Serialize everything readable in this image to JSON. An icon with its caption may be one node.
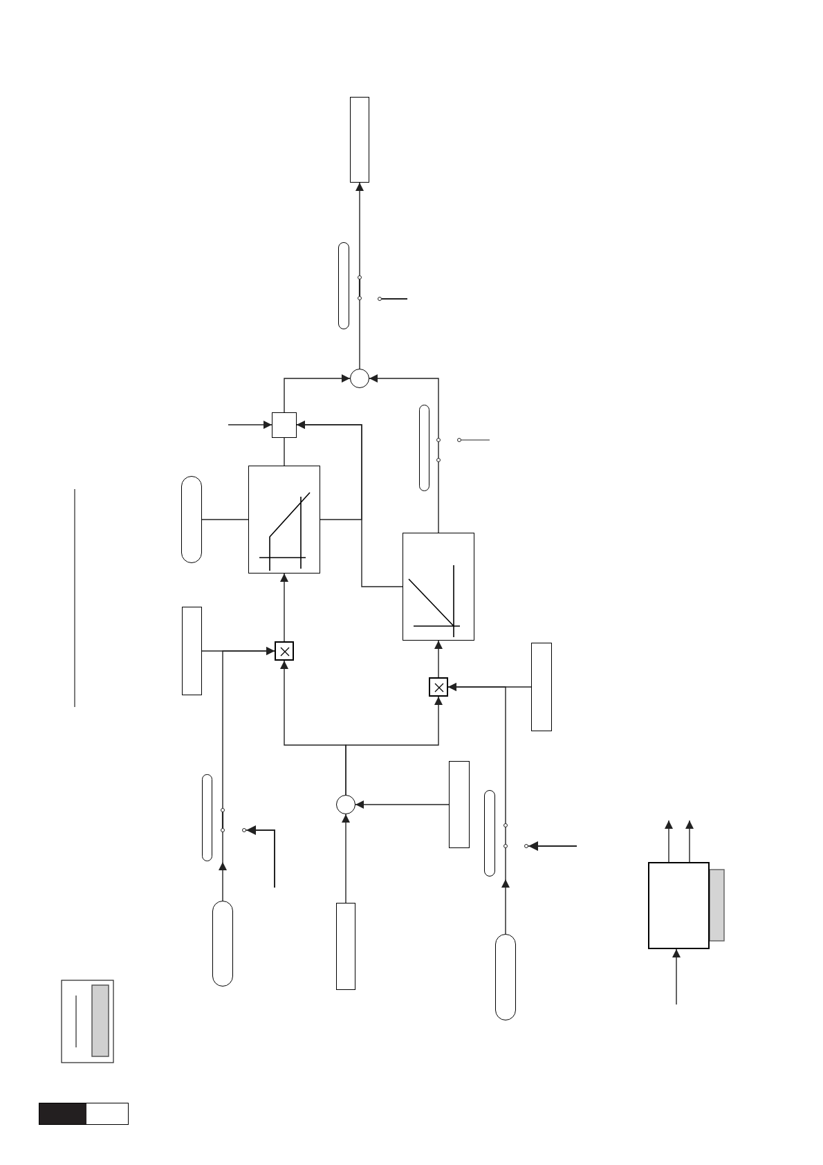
{
  "diagram": {
    "nodes": [
      {
        "text": [],
        "shape": "box"
      },
      {
        "text": [],
        "shape": "pill"
      },
      {
        "text": [],
        "shape": "circle"
      },
      {
        "text": [],
        "shape": "box"
      },
      {
        "text": [],
        "shape": "pill"
      },
      {
        "text": [],
        "shape": "pill"
      },
      {
        "text": [],
        "shape": "box"
      },
      {
        "text": [],
        "shape": "box"
      },
      {
        "text": [],
        "shape": "box"
      },
      {
        "text": [],
        "shape": "box"
      },
      {
        "text": [],
        "shape": "box"
      },
      {
        "text": [],
        "shape": "box"
      },
      {
        "text": [],
        "shape": "pill"
      },
      {
        "text": [],
        "shape": "circle"
      },
      {
        "text": [],
        "shape": "box"
      },
      {
        "text": [],
        "shape": "pill"
      },
      {
        "text": [],
        "shape": "pill"
      },
      {
        "text": [],
        "shape": "box"
      },
      {
        "text": [],
        "shape": "pill"
      },
      {
        "text": [],
        "shape": "box"
      }
    ],
    "edges": [
      {
        "from": 2,
        "to": 0,
        "arrow": "to"
      },
      {
        "from": 3,
        "to": 2,
        "arrow": "to"
      },
      {
        "from": 7,
        "to": 2,
        "arrow": "to"
      },
      {
        "from": null,
        "to": 3,
        "arrow": "to"
      },
      {
        "from": 7,
        "to": 3,
        "arrow": "to"
      },
      {
        "from": 6,
        "to": 3,
        "arrow": "none"
      },
      {
        "from": 6,
        "to": 3,
        "arrow": "to"
      },
      {
        "from": 5,
        "to": 6,
        "arrow": "none"
      },
      {
        "from": 9,
        "to": 6,
        "arrow": "to"
      },
      {
        "from": 8,
        "to": 9,
        "arrow": "to"
      },
      {
        "from": 16,
        "to": 9,
        "arrow": "to"
      },
      {
        "from": 13,
        "to": 9,
        "arrow": "to"
      },
      {
        "from": 13,
        "to": 11,
        "arrow": "to"
      },
      {
        "from": 11,
        "to": 7,
        "arrow": "to"
      },
      {
        "from": 10,
        "to": 11,
        "arrow": "to"
      },
      {
        "from": 18,
        "to": 11,
        "arrow": "to"
      },
      {
        "from": 17,
        "to": 13,
        "arrow": "to"
      },
      {
        "from": 14,
        "to": 13,
        "arrow": "to"
      },
      {
        "from": null,
        "to": 19,
        "arrow": "to"
      },
      {
        "from": 19,
        "to": null,
        "arrow": "to"
      },
      {
        "from": 19,
        "to": null,
        "arrow": "to"
      }
    ]
  }
}
